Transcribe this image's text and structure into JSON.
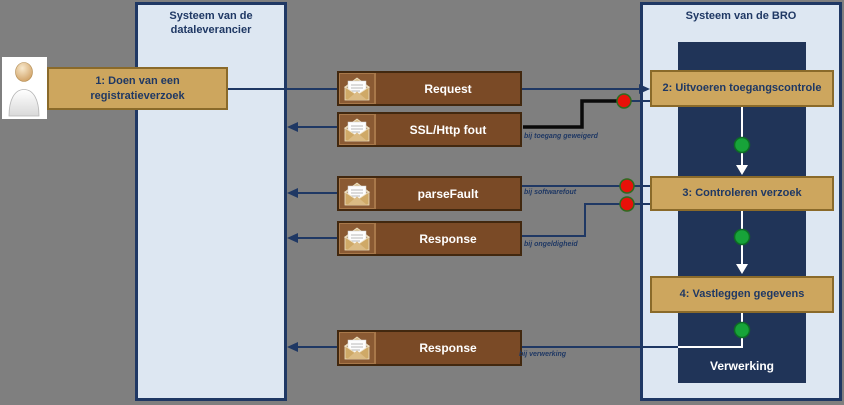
{
  "lanes": {
    "supplier": {
      "title": "Systeem van de dataleverancier"
    },
    "bro": {
      "title": "Systeem van de BRO",
      "inner_label": "Verwerking"
    }
  },
  "actor": {
    "step_label": "1: Doen van een registratieverzoek"
  },
  "bro_steps": [
    {
      "label": "2: Uitvoeren toegangscontrole"
    },
    {
      "label": "3: Controleren verzoek"
    },
    {
      "label": "4: Vastleggen gegevens"
    }
  ],
  "messages": [
    {
      "label": "Request",
      "note": ""
    },
    {
      "label": "SSL/Http fout",
      "note": "bij toegang geweigerd"
    },
    {
      "label": "parseFault",
      "note": "bij softwarefout"
    },
    {
      "label": "Response",
      "note": "bij ongeldigheid"
    },
    {
      "label": "Response",
      "note": "bij verwerking"
    }
  ],
  "icons": {
    "actor": "person-icon",
    "message": "envelope-icon",
    "error_marker": "red-dot",
    "success_marker": "green-dot"
  },
  "colors": {
    "background": "#7f7f7f",
    "lane_fill": "#dde7f2",
    "lane_border": "#1f3864",
    "inner_panel": "#203458",
    "step_fill": "#cda65e",
    "step_border": "#8a6a2a",
    "message_fill": "#7a4a26",
    "message_border": "#42280f",
    "success_dot": "#17a339",
    "error_dot": "#e81109",
    "connector": "#1f3864",
    "error_connector": "#0a0a0a",
    "process_connector": "#ffffff"
  }
}
